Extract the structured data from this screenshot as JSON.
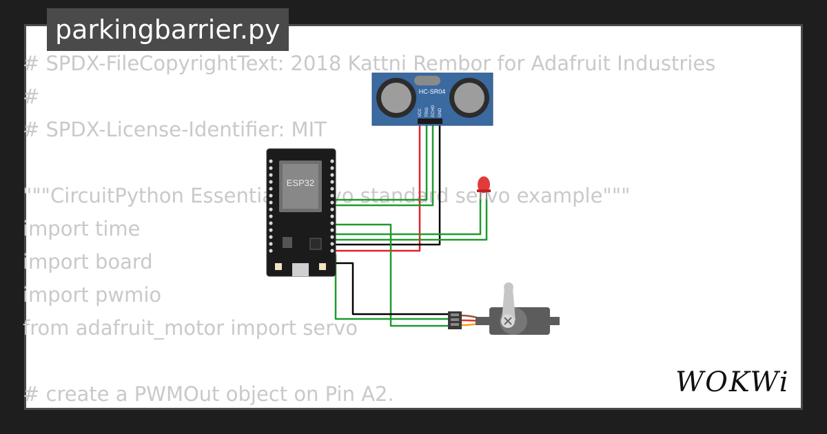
{
  "file": {
    "name": "parkingbarrier.py"
  },
  "code_lines": [
    "# SPDX-FileCopyrightText: 2018 Kattni Rembor for Adafruit Industries",
    "#",
    "# SPDX-License-Identifier: MIT",
    "",
    "\"\"\"CircuitPython Essentials Servo standard servo example\"\"\"",
    "import time",
    "import board",
    "import pwmio",
    "from adafruit_motor import servo",
    "",
    "# create a PWMOut object on Pin A2."
  ],
  "components": {
    "mcu_label": "ESP32",
    "sensor_label": "HC-SR04",
    "sensor_pins": [
      "VCC",
      "TRIG",
      "ECHO",
      "GND"
    ]
  },
  "brand": {
    "logo_text": "WOKWi"
  },
  "colors": {
    "background": "#1e1e1e",
    "card": "#ffffff",
    "tab": "#4a4a4a",
    "code_text": "#c9c9c9",
    "wire_red": "#e3202b",
    "wire_green": "#1f9a2c",
    "wire_black": "#000000"
  },
  "icons": [
    "esp32-board-icon",
    "ultrasonic-sensor-icon",
    "led-icon",
    "servo-icon"
  ]
}
